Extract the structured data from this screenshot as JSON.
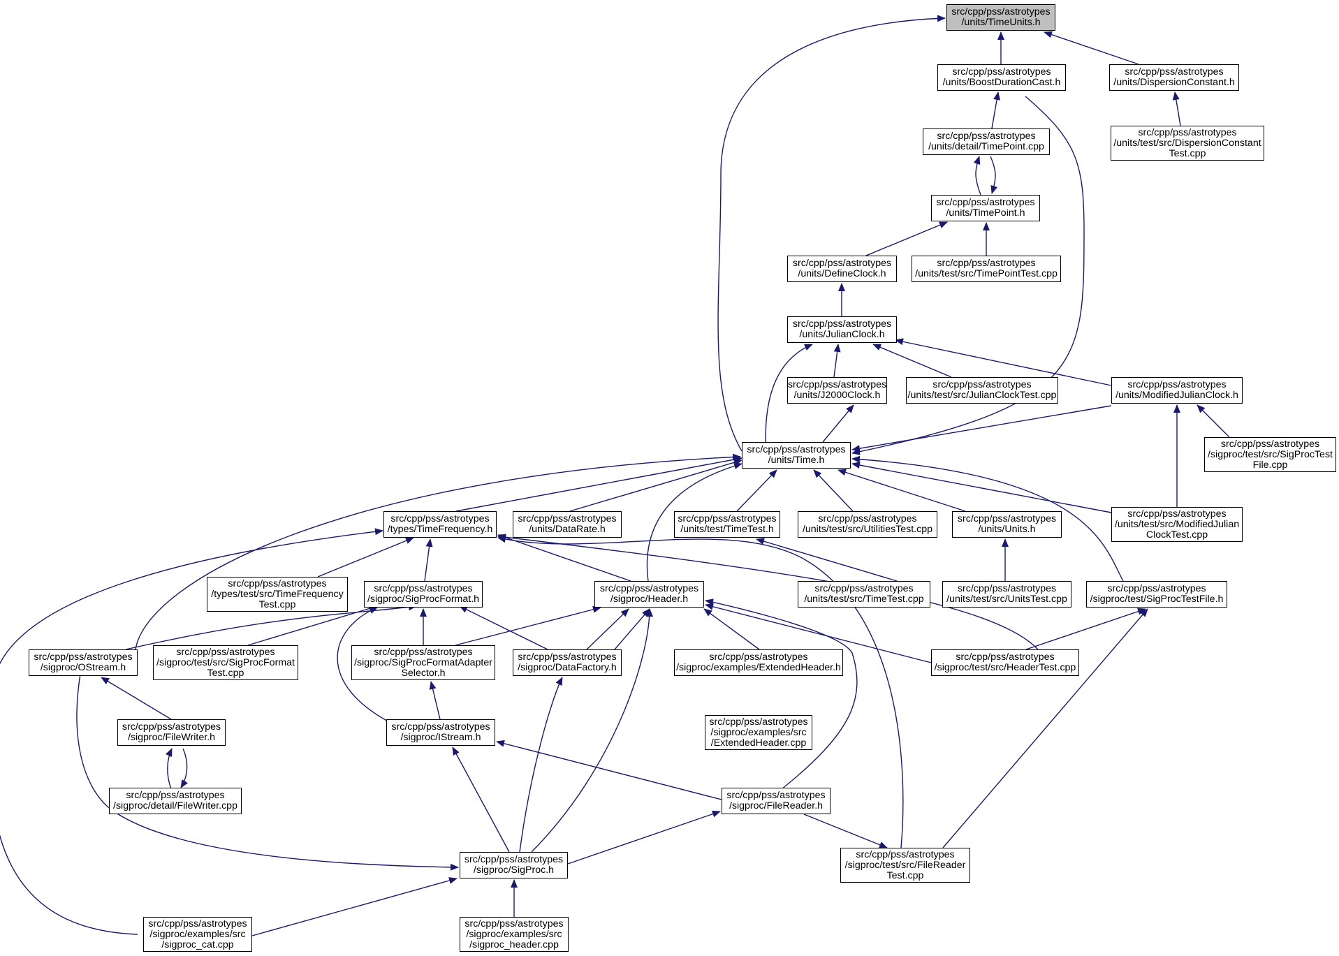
{
  "graph": {
    "colors": {
      "edge": "#191970",
      "node_border": "#000000",
      "root_fill": "#bfbfbf",
      "node_fill": "#ffffff"
    },
    "nodes": [
      {
        "id": "timeunits",
        "root": true,
        "lines": [
          "src/cpp/pss/astrotypes",
          "/units/TimeUnits.h"
        ]
      },
      {
        "id": "boostdurationcast",
        "lines": [
          "src/cpp/pss/astrotypes",
          "/units/BoostDurationCast.h"
        ]
      },
      {
        "id": "dispersionconstant",
        "lines": [
          "src/cpp/pss/astrotypes",
          "/units/DispersionConstant.h"
        ]
      },
      {
        "id": "dispersionconstanttest",
        "lines": [
          "src/cpp/pss/astrotypes",
          "/units/test/src/DispersionConstant",
          "Test.cpp"
        ]
      },
      {
        "id": "timepointcpp",
        "lines": [
          "src/cpp/pss/astrotypes",
          "/units/detail/TimePoint.cpp"
        ]
      },
      {
        "id": "timepointh",
        "lines": [
          "src/cpp/pss/astrotypes",
          "/units/TimePoint.h"
        ]
      },
      {
        "id": "defineclock",
        "lines": [
          "src/cpp/pss/astrotypes",
          "/units/DefineClock.h"
        ]
      },
      {
        "id": "timepointtest",
        "lines": [
          "src/cpp/pss/astrotypes",
          "/units/test/src/TimePointTest.cpp"
        ]
      },
      {
        "id": "julianclock",
        "lines": [
          "src/cpp/pss/astrotypes",
          "/units/JulianClock.h"
        ]
      },
      {
        "id": "j2000clock",
        "lines": [
          "src/cpp/pss/astrotypes",
          "/units/J2000Clock.h"
        ]
      },
      {
        "id": "julianclocktest",
        "lines": [
          "src/cpp/pss/astrotypes",
          "/units/test/src/JulianClockTest.cpp"
        ]
      },
      {
        "id": "modifiedjulianclock",
        "lines": [
          "src/cpp/pss/astrotypes",
          "/units/ModifiedJulianClock.h"
        ]
      },
      {
        "id": "timeh",
        "lines": [
          "src/cpp/pss/astrotypes",
          "/units/Time.h"
        ]
      },
      {
        "id": "sigproctestfilecpp",
        "lines": [
          "src/cpp/pss/astrotypes",
          "/sigproc/test/src/SigProcTest",
          "File.cpp"
        ]
      },
      {
        "id": "timefrequency",
        "lines": [
          "src/cpp/pss/astrotypes",
          "/types/TimeFrequency.h"
        ]
      },
      {
        "id": "datarate",
        "lines": [
          "src/cpp/pss/astrotypes",
          "/units/DataRate.h"
        ]
      },
      {
        "id": "timetesth",
        "lines": [
          "src/cpp/pss/astrotypes",
          "/units/test/TimeTest.h"
        ]
      },
      {
        "id": "utilitiestest",
        "lines": [
          "src/cpp/pss/astrotypes",
          "/units/test/src/UtilitiesTest.cpp"
        ]
      },
      {
        "id": "unitsh",
        "lines": [
          "src/cpp/pss/astrotypes",
          "/units/Units.h"
        ]
      },
      {
        "id": "modifiedjulianclocktest",
        "lines": [
          "src/cpp/pss/astrotypes",
          "/units/test/src/ModifiedJulian",
          "ClockTest.cpp"
        ]
      },
      {
        "id": "timefrequencytest",
        "lines": [
          "src/cpp/pss/astrotypes",
          "/types/test/src/TimeFrequency",
          "Test.cpp"
        ]
      },
      {
        "id": "sigprocformat",
        "lines": [
          "src/cpp/pss/astrotypes",
          "/sigproc/SigProcFormat.h"
        ]
      },
      {
        "id": "headerh",
        "lines": [
          "src/cpp/pss/astrotypes",
          "/sigproc/Header.h"
        ]
      },
      {
        "id": "timetestcpp",
        "lines": [
          "src/cpp/pss/astrotypes",
          "/units/test/src/TimeTest.cpp"
        ]
      },
      {
        "id": "unitstest",
        "lines": [
          "src/cpp/pss/astrotypes",
          "/units/test/src/UnitsTest.cpp"
        ]
      },
      {
        "id": "sigproctestfileh",
        "lines": [
          "src/cpp/pss/astrotypes",
          "/sigproc/test/SigProcTestFile.h"
        ]
      },
      {
        "id": "ostream",
        "lines": [
          "src/cpp/pss/astrotypes",
          "/sigproc/OStream.h"
        ]
      },
      {
        "id": "sigprocformattest",
        "lines": [
          "src/cpp/pss/astrotypes",
          "/sigproc/test/src/SigProcFormat",
          "Test.cpp"
        ]
      },
      {
        "id": "adapterselector",
        "lines": [
          "src/cpp/pss/astrotypes",
          "/sigproc/SigProcFormatAdapter",
          "Selector.h"
        ]
      },
      {
        "id": "datafactory",
        "lines": [
          "src/cpp/pss/astrotypes",
          "/sigproc/DataFactory.h"
        ]
      },
      {
        "id": "extendedheaderh",
        "lines": [
          "src/cpp/pss/astrotypes",
          "/sigproc/examples/ExtendedHeader.h"
        ]
      },
      {
        "id": "headertest",
        "lines": [
          "src/cpp/pss/astrotypes",
          "/sigproc/test/src/HeaderTest.cpp"
        ]
      },
      {
        "id": "filewriterh",
        "lines": [
          "src/cpp/pss/astrotypes",
          "/sigproc/FileWriter.h"
        ]
      },
      {
        "id": "istream",
        "lines": [
          "src/cpp/pss/astrotypes",
          "/sigproc/IStream.h"
        ]
      },
      {
        "id": "extendedheadercpp",
        "lines": [
          "src/cpp/pss/astrotypes",
          "/sigproc/examples/src",
          "/ExtendedHeader.cpp"
        ]
      },
      {
        "id": "filewritercpp",
        "lines": [
          "src/cpp/pss/astrotypes",
          "/sigproc/detail/FileWriter.cpp"
        ]
      },
      {
        "id": "filereaderh",
        "lines": [
          "src/cpp/pss/astrotypes",
          "/sigproc/FileReader.h"
        ]
      },
      {
        "id": "sigproch",
        "lines": [
          "src/cpp/pss/astrotypes",
          "/sigproc/SigProc.h"
        ]
      },
      {
        "id": "filereadertest",
        "lines": [
          "src/cpp/pss/astrotypes",
          "/sigproc/test/src/FileReader",
          "Test.cpp"
        ]
      },
      {
        "id": "sigproccat",
        "lines": [
          "src/cpp/pss/astrotypes",
          "/sigproc/examples/src",
          "/sigproc_cat.cpp"
        ]
      },
      {
        "id": "sigprocheadercpp",
        "lines": [
          "src/cpp/pss/astrotypes",
          "/sigproc/examples/src",
          "/sigproc_header.cpp"
        ]
      }
    ]
  }
}
